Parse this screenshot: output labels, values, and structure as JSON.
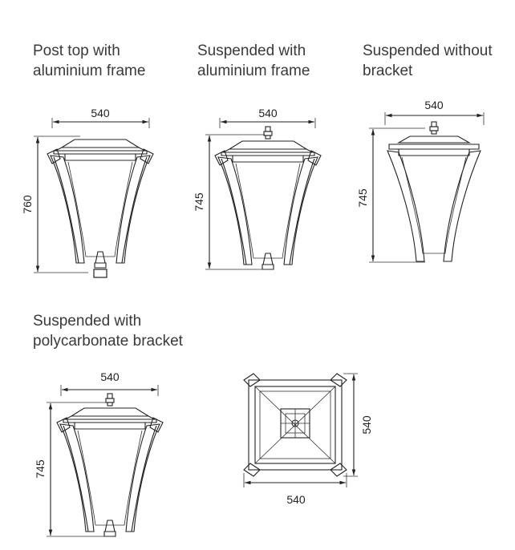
{
  "variants": [
    {
      "caption": [
        "Post top with",
        "aluminium frame"
      ],
      "width": "540",
      "height": "760"
    },
    {
      "caption": [
        "Suspended with",
        "aluminium frame"
      ],
      "width": "540",
      "height": "745"
    },
    {
      "caption": [
        "Suspended without",
        "bracket"
      ],
      "width": "540",
      "height": "745"
    },
    {
      "caption": [
        "Suspended with",
        "polycarbonate bracket"
      ],
      "width": "540",
      "height": "745"
    }
  ],
  "top_view": {
    "width": "540",
    "depth": "540"
  }
}
